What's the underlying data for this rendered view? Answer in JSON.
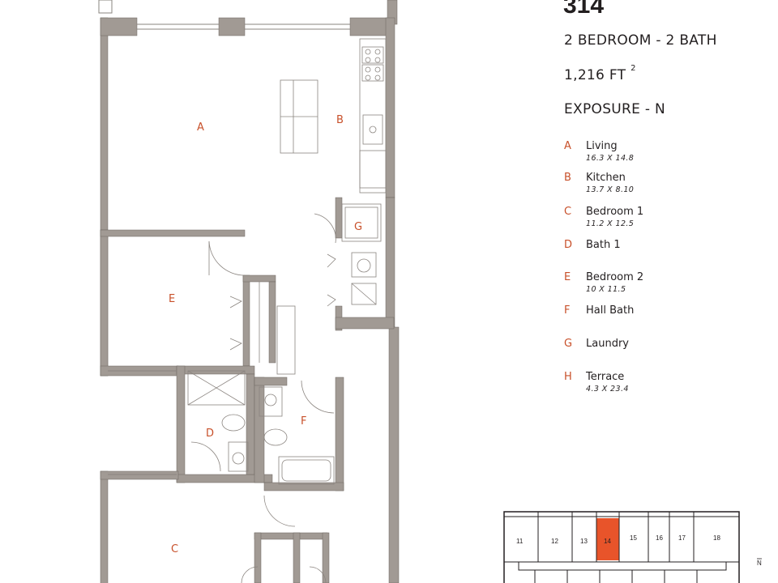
{
  "unit": {
    "number": "314",
    "layout": "2 BEDROOM - 2 BATH",
    "area": "1,216 FT",
    "area_superscript": "2",
    "exposure": "EXPOSURE - N"
  },
  "rooms": [
    {
      "key": "A",
      "name": "Living",
      "dims": "16.3 X 14.8"
    },
    {
      "key": "B",
      "name": "Kitchen",
      "dims": "13.7 X 8.10"
    },
    {
      "key": "C",
      "name": "Bedroom 1",
      "dims": "11.2 X 12.5"
    },
    {
      "key": "D",
      "name": "Bath 1",
      "dims": ""
    },
    {
      "key": "E",
      "name": "Bedroom 2",
      "dims": "10 X 11.5"
    },
    {
      "key": "F",
      "name": "Hall Bath",
      "dims": ""
    },
    {
      "key": "G",
      "name": "Laundry",
      "dims": ""
    },
    {
      "key": "H",
      "name": "Terrace",
      "dims": "4.3 X 23.4"
    }
  ],
  "key_plan": {
    "units": [
      "11",
      "12",
      "13",
      "14",
      "15",
      "16",
      "17",
      "18"
    ],
    "highlighted": "14",
    "highlight_color": "#e8542a"
  },
  "compass_label": "N",
  "colors": {
    "wall": "#a19a94",
    "accent": "#c8502a"
  }
}
